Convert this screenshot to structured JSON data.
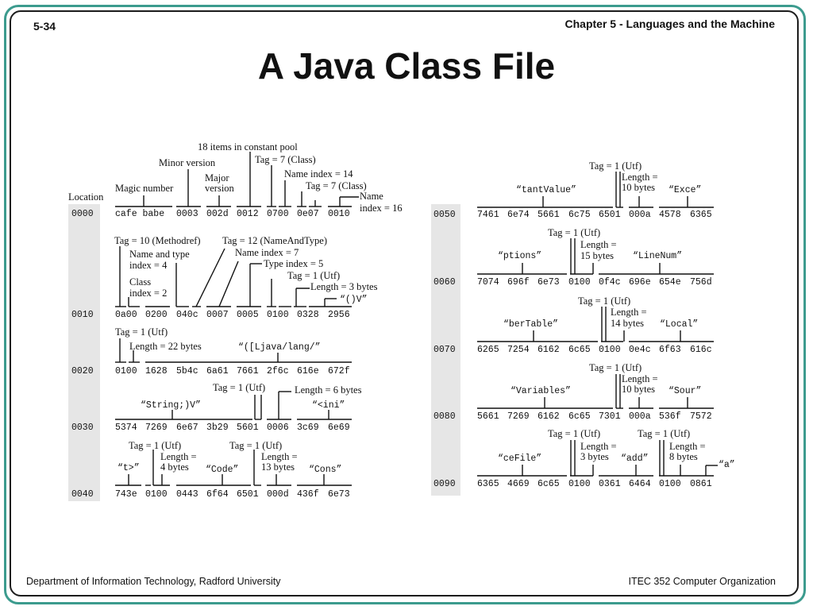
{
  "header": {
    "page_number": "5-34",
    "chapter": "Chapter 5 - Languages and the Machine",
    "title": "A Java Class File"
  },
  "footer": {
    "left": "Department of Information Technology, Radford University",
    "right": "ITEC 352 Computer Organization"
  },
  "colors": {
    "frame_outer": "#3c9b8e",
    "frame_inner": "#1c1c1c",
    "location_column": "#e6e6e6"
  },
  "location_header": "Location",
  "left_rows": [
    {
      "loc": "0000",
      "hex": [
        "cafe babe",
        "0003",
        "002d",
        "0012",
        "0700",
        "0e07",
        "0010"
      ]
    },
    {
      "loc": "0010",
      "hex": [
        "0a00",
        "0200",
        "040c",
        "0007",
        "0005",
        "0100",
        "0328",
        "2956"
      ]
    },
    {
      "loc": "0020",
      "hex": [
        "0100",
        "1628",
        "5b4c",
        "6a61",
        "7661",
        "2f6c",
        "616e",
        "672f"
      ]
    },
    {
      "loc": "0030",
      "hex": [
        "5374",
        "7269",
        "6e67",
        "3b29",
        "5601",
        "0006",
        "3c69",
        "6e69"
      ]
    },
    {
      "loc": "0040",
      "hex": [
        "743e",
        "0100",
        "0443",
        "6f64",
        "6501",
        "000d",
        "436f",
        "6e73"
      ]
    }
  ],
  "right_rows": [
    {
      "loc": "0050",
      "hex": [
        "7461",
        "6e74",
        "5661",
        "6c75",
        "6501",
        "000a",
        "4578",
        "6365"
      ]
    },
    {
      "loc": "0060",
      "hex": [
        "7074",
        "696f",
        "6e73",
        "0100",
        "0f4c",
        "696e",
        "654e",
        "756d"
      ]
    },
    {
      "loc": "0070",
      "hex": [
        "6265",
        "7254",
        "6162",
        "6c65",
        "0100",
        "0e4c",
        "6f63",
        "616c"
      ]
    },
    {
      "loc": "0080",
      "hex": [
        "5661",
        "7269",
        "6162",
        "6c65",
        "7301",
        "000a",
        "536f",
        "7572"
      ]
    },
    {
      "loc": "0090",
      "hex": [
        "6365",
        "4669",
        "6c65",
        "0100",
        "0361",
        "6464",
        "0100",
        "0861"
      ]
    }
  ],
  "annotations": {
    "r0": {
      "items_in_pool": "18 items in constant pool",
      "minor_version": "Minor version",
      "tag_class_a": "Tag = 7 (Class)",
      "major_version_1": "Major",
      "major_version_2": "version",
      "name_index_14": "Name index = 14",
      "magic_number": "Magic number",
      "tag_class_b": "Tag = 7 (Class)",
      "name_1": "Name",
      "name_2": "index = 16"
    },
    "r1": {
      "tag_methodref": "Tag = 10 (Methodref)",
      "tag_nameandtype": "Tag = 12 (NameAndType)",
      "name_and_type_1": "Name and type",
      "name_and_type_2": "index = 4",
      "name_index_7": "Name index = 7",
      "type_index_5": "Type index = 5",
      "class_1": "Class",
      "class_2": "index = 2",
      "tag_utf": "Tag = 1 (Utf)",
      "length_3": "Length = 3 bytes",
      "str_parens": "“()V”"
    },
    "r2": {
      "tag_utf": "Tag = 1 (Utf)",
      "length_22": "Length = 22 bytes",
      "str_ljava": "“([Ljava/lang/”"
    },
    "r3": {
      "tag_utf": "Tag = 1 (Utf)",
      "length_6": "Length = 6 bytes",
      "str_string": "“String;)V”",
      "str_ini": "“<ini”"
    },
    "r4": {
      "tag_utf_a": "Tag = 1 (Utf)",
      "tag_utf_b": "Tag = 1 (Utf)",
      "length_4_1": "Length =",
      "length_4_2": "4 bytes",
      "length_13_1": "Length =",
      "length_13_2": "13 bytes",
      "str_t": "“t>”",
      "str_code": "“Code”",
      "str_cons": "“Cons”"
    },
    "r5": {
      "tag_utf": "Tag = 1 (Utf)",
      "length_1": "Length =",
      "length_2": "10 bytes",
      "str_tantvalue": "“tantValue”",
      "str_exce": "“Exce”"
    },
    "r6": {
      "tag_utf": "Tag = 1 (Utf)",
      "length_1": "Length =",
      "length_2": "15 bytes",
      "str_ptions": "“ptions”",
      "str_linenum": "“LineNum”"
    },
    "r7": {
      "tag_utf": "Tag = 1 (Utf)",
      "length_1": "Length =",
      "length_2": "14 bytes",
      "str_bertable": "“berTable”",
      "str_local": "“Local”"
    },
    "r8": {
      "tag_utf": "Tag = 1 (Utf)",
      "length_1": "Length =",
      "length_2": "10 bytes",
      "str_variables": "“Variables”",
      "str_sour": "“Sour”"
    },
    "r9": {
      "tag_utf_a": "Tag = 1 (Utf)",
      "tag_utf_b": "Tag = 1 (Utf)",
      "length_3_1": "Length =",
      "length_3_2": "3 bytes",
      "length_8_1": "Length =",
      "length_8_2": "8 bytes",
      "str_cefile": "“ceFile”",
      "str_add": "“add”",
      "str_a": "“a”"
    }
  }
}
